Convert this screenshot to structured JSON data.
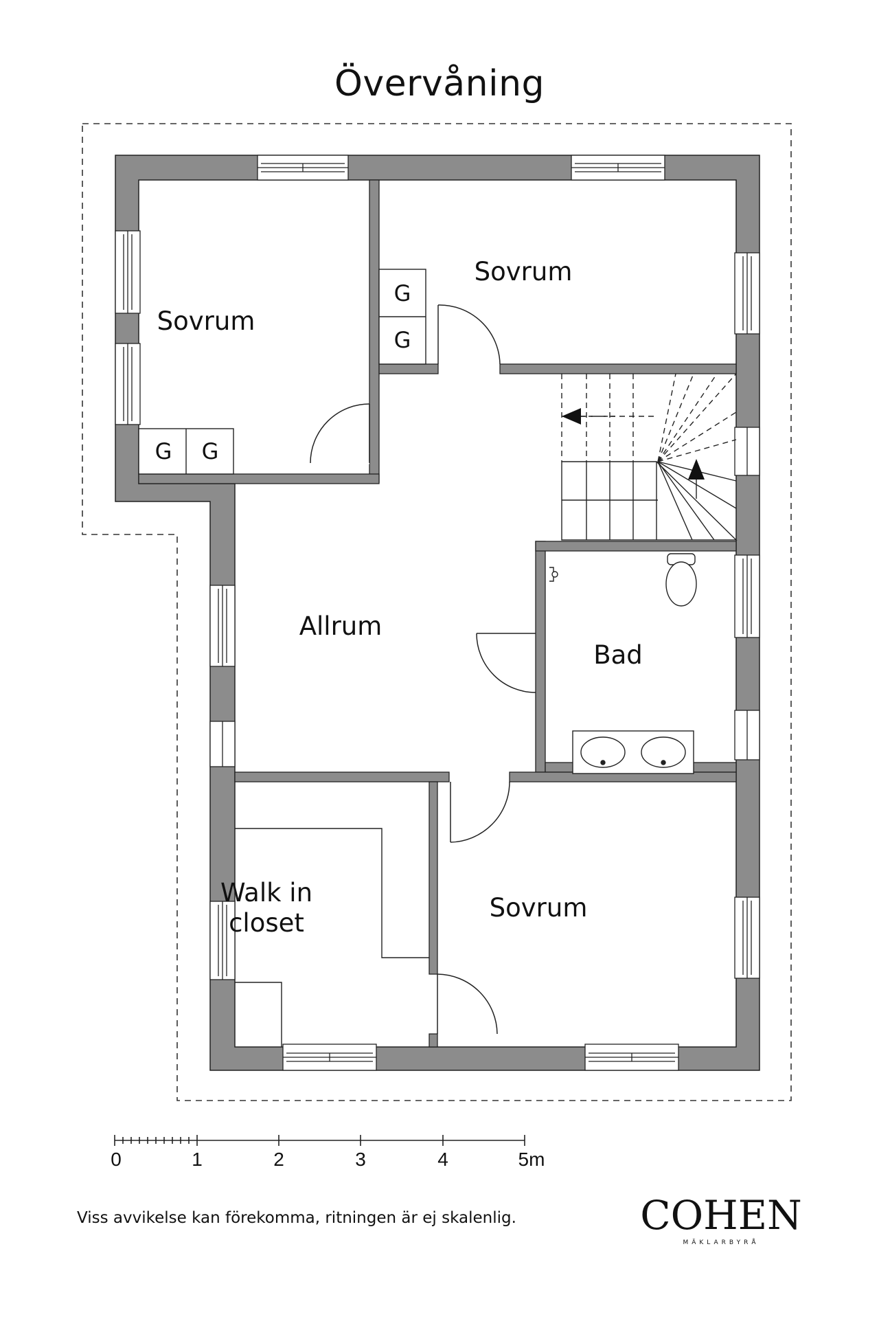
{
  "floor_title": "Övervåning",
  "rooms": {
    "bedroom_top_left": "Sovrum",
    "bedroom_top_right": "Sovrum",
    "living_room": "Allrum",
    "bathroom": "Bad",
    "walk_in_closet": "Walk in\ncloset",
    "bedroom_bottom_right": "Sovrum"
  },
  "closets": {
    "top_1": "G",
    "top_2": "G",
    "left_1": "G",
    "left_2": "G"
  },
  "scale_bar": {
    "labels": [
      "0",
      "1",
      "2",
      "3",
      "4",
      "5m"
    ]
  },
  "disclaimer": "Viss avvikelse kan förekomma, ritningen är ej skalenlig.",
  "logo": {
    "name": "COHEN",
    "tagline": "MÄKLARBYRÅ"
  },
  "colors": {
    "wall": "#8c8c8c",
    "line": "#222222"
  }
}
